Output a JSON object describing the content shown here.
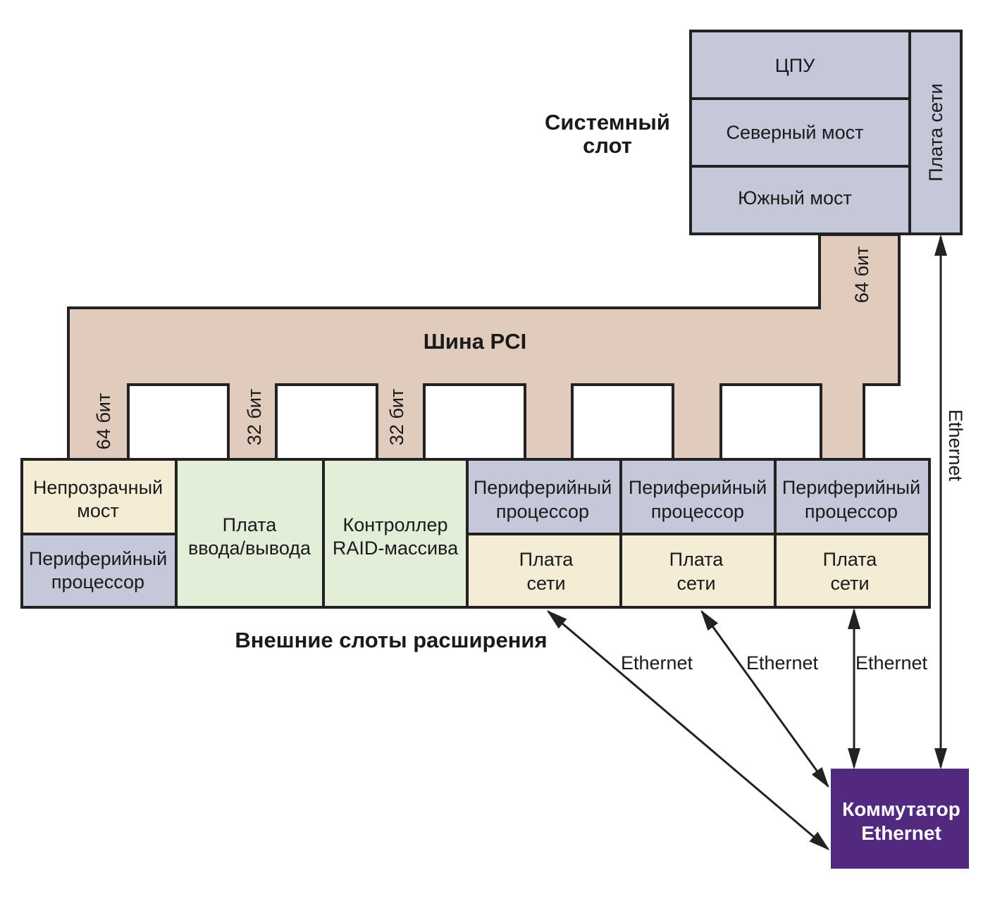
{
  "colors": {
    "cpu_block": "#c4c8d9",
    "pci_bus": "#e0cbbd",
    "opaque_bridge": "#f5ecd6",
    "io_board": "#e2eed8",
    "peripheral": "#c4c8d9",
    "network_card": "#f5ecd6",
    "switch": "#512a7f",
    "stroke": "#222222"
  },
  "system_slot": {
    "title_line1": "Системный",
    "title_line2": "слот",
    "cpu": "ЦПУ",
    "north_bridge": "Северный мост",
    "south_bridge": "Южный мост",
    "network_card": "Плата сети"
  },
  "pci_bus": {
    "title": "Шина PCI",
    "width_main": "64 бит",
    "width_slot1": "64 бит",
    "width_slot2": "32 бит",
    "width_slot3": "32 бит"
  },
  "expansion": {
    "title": "Внешние слоты расширения",
    "opaque_bridge": [
      "Непрозрачный",
      "мост"
    ],
    "slot1_peripheral": [
      "Периферийный",
      "процессор"
    ],
    "io_board": [
      "Плата",
      "ввода/вывода"
    ],
    "raid": [
      "Контроллер",
      "RAID-массива"
    ],
    "peripheral_4": [
      "Периферийный",
      "процессор"
    ],
    "peripheral_5": [
      "Периферийный",
      "процессор"
    ],
    "peripheral_6": [
      "Периферийный",
      "процессор"
    ],
    "net_4": [
      "Плата",
      "сети"
    ],
    "net_5": [
      "Плата",
      "сети"
    ],
    "net_6": [
      "Плата",
      "сети"
    ]
  },
  "links": {
    "eth_1": "Ethernet",
    "eth_2": "Ethernet",
    "eth_3": "Ethernet",
    "eth_4": "Ethernet"
  },
  "switch": {
    "line1": "Коммутатор",
    "line2": "Ethernet"
  }
}
